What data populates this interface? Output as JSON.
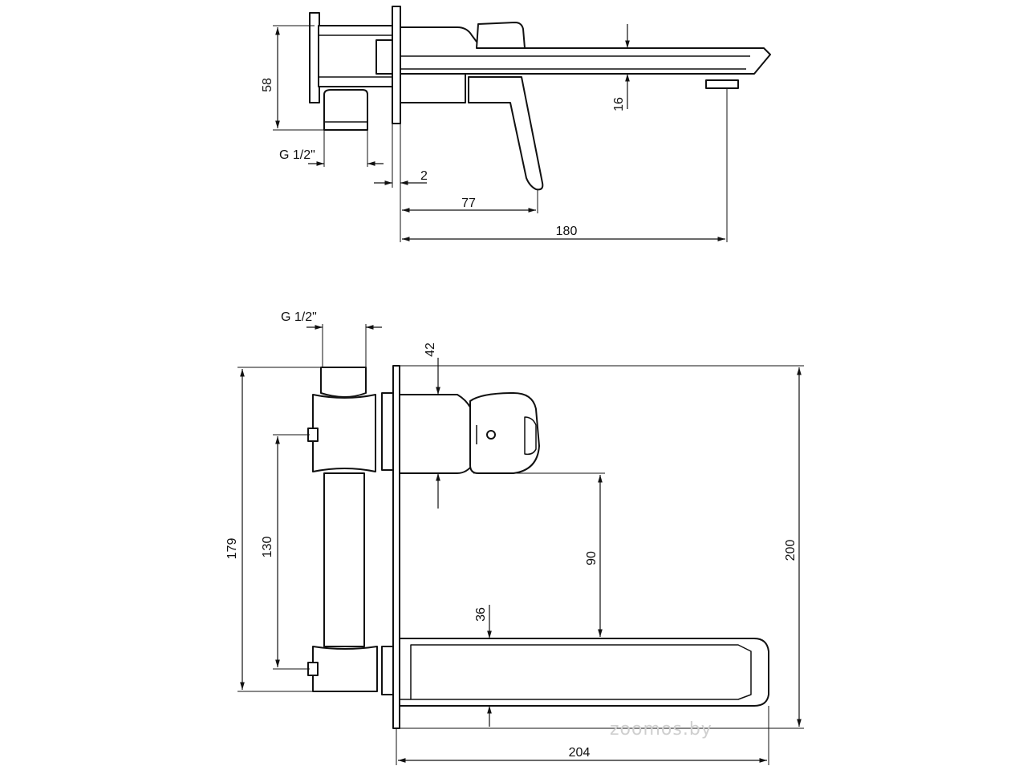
{
  "side_view": {
    "dimensions": {
      "height_body": "58",
      "spout_height": "16",
      "thread": "G 1/2\"",
      "plate_gap": "2",
      "handle_depth": "77",
      "spout_reach": "180"
    }
  },
  "front_view": {
    "dimensions": {
      "thread": "G 1/2\"",
      "handle_width": "42",
      "total_height_left": "179",
      "inlet_spacing": "130",
      "handle_to_spout": "90",
      "spout_thickness": "36",
      "total_height_right": "200",
      "total_width": "204"
    }
  },
  "watermark": "zoomos.by",
  "colors": {
    "line": "#111111",
    "background": "#ffffff",
    "watermark": "#cfcfcf"
  }
}
